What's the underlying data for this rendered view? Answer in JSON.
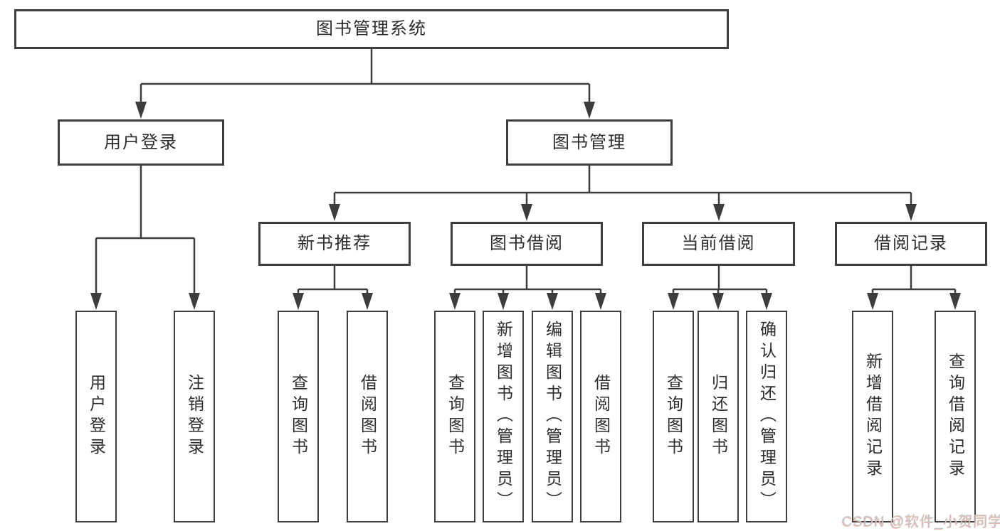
{
  "diagram": {
    "type": "org-tree",
    "root": {
      "label": "图书管理系统",
      "children": [
        {
          "label": "用户登录",
          "children": [
            {
              "label": "用户登录"
            },
            {
              "label": "注销登录"
            }
          ]
        },
        {
          "label": "图书管理",
          "children": [
            {
              "label": "新书推荐",
              "children": [
                {
                  "label": "查询图书"
                },
                {
                  "label": "借阅图书"
                }
              ]
            },
            {
              "label": "图书借阅",
              "children": [
                {
                  "label": "查询图书"
                },
                {
                  "label": "新增图书（管理员）"
                },
                {
                  "label": "编辑图书（管理员）"
                },
                {
                  "label": "借阅图书"
                }
              ]
            },
            {
              "label": "当前借阅",
              "children": [
                {
                  "label": "查询图书"
                },
                {
                  "label": "归还图书"
                },
                {
                  "label": "确认归还（管理员）"
                }
              ]
            },
            {
              "label": "借阅记录",
              "children": [
                {
                  "label": "新增借阅记录"
                },
                {
                  "label": "查询借阅记录"
                }
              ]
            }
          ]
        }
      ]
    },
    "connector_arrow_icon": "filled-down-arrow",
    "colors": {
      "background": "#ffffff",
      "box_border": "#3f3f3f",
      "connector_line": "#3d3d3d",
      "text": "#2d2d2d",
      "watermark_text": "#c7c7c7",
      "watermark_accent": "#e2604 6"
    }
  },
  "watermark": {
    "text": "CSDN @软件_小贺同学"
  }
}
